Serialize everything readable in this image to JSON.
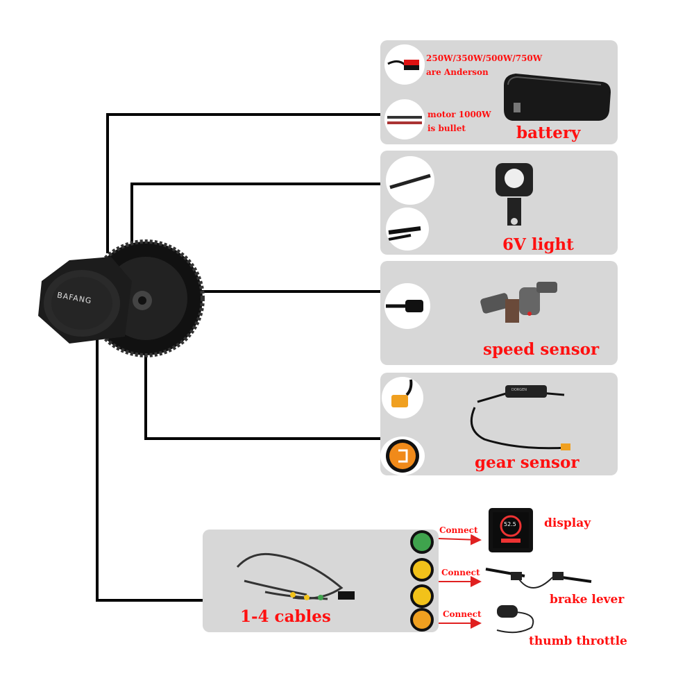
{
  "battery": {
    "connector_note_1": "250W/350W/500W/750W",
    "connector_note_2": "are Anderson",
    "connector_note_3": "motor 1000W",
    "connector_note_4": "is bullet",
    "label": "battery"
  },
  "light": {
    "label": "6V light"
  },
  "speed_sensor": {
    "label": "speed sensor"
  },
  "gear_sensor": {
    "label": "gear sensor",
    "cable_text": "DORGEN"
  },
  "motor": {
    "brand": "BAFANG"
  },
  "harness": {
    "label": "1-4 cables",
    "connections": [
      {
        "connect_label": "Connect",
        "target": "display",
        "plug_color": "#3fa34d"
      },
      {
        "connect_label": "Connect",
        "target": "brake lever",
        "plug_color": "#f2c21a"
      },
      {
        "connect_label": "Connect",
        "target": "thumb throttle",
        "plug_color": "#f0a020"
      }
    ],
    "extra_plug_color": "#f2c21a"
  },
  "display_screen": {
    "value": "52.5"
  },
  "colors": {
    "label_red": "#ff1010",
    "panel_gray": "#d7d7d7",
    "wire": "#000000"
  }
}
